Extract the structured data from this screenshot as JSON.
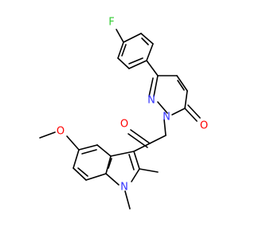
{
  "molecule": {
    "colors": {
      "bond": "#000000",
      "carbon": "#000000",
      "nitrogen": "#3333ff",
      "oxygen": "#ff0000",
      "fluorine": "#33cc33",
      "background": "#ffffff"
    },
    "atom_labels": {
      "fluorine": "F",
      "pyridazine_n1": "N",
      "pyridazine_n2": "N",
      "pyridazinone_oxygen": "O",
      "ketone_oxygen": "O",
      "methoxy_oxygen": "O",
      "indole_nitrogen": "N"
    }
  }
}
